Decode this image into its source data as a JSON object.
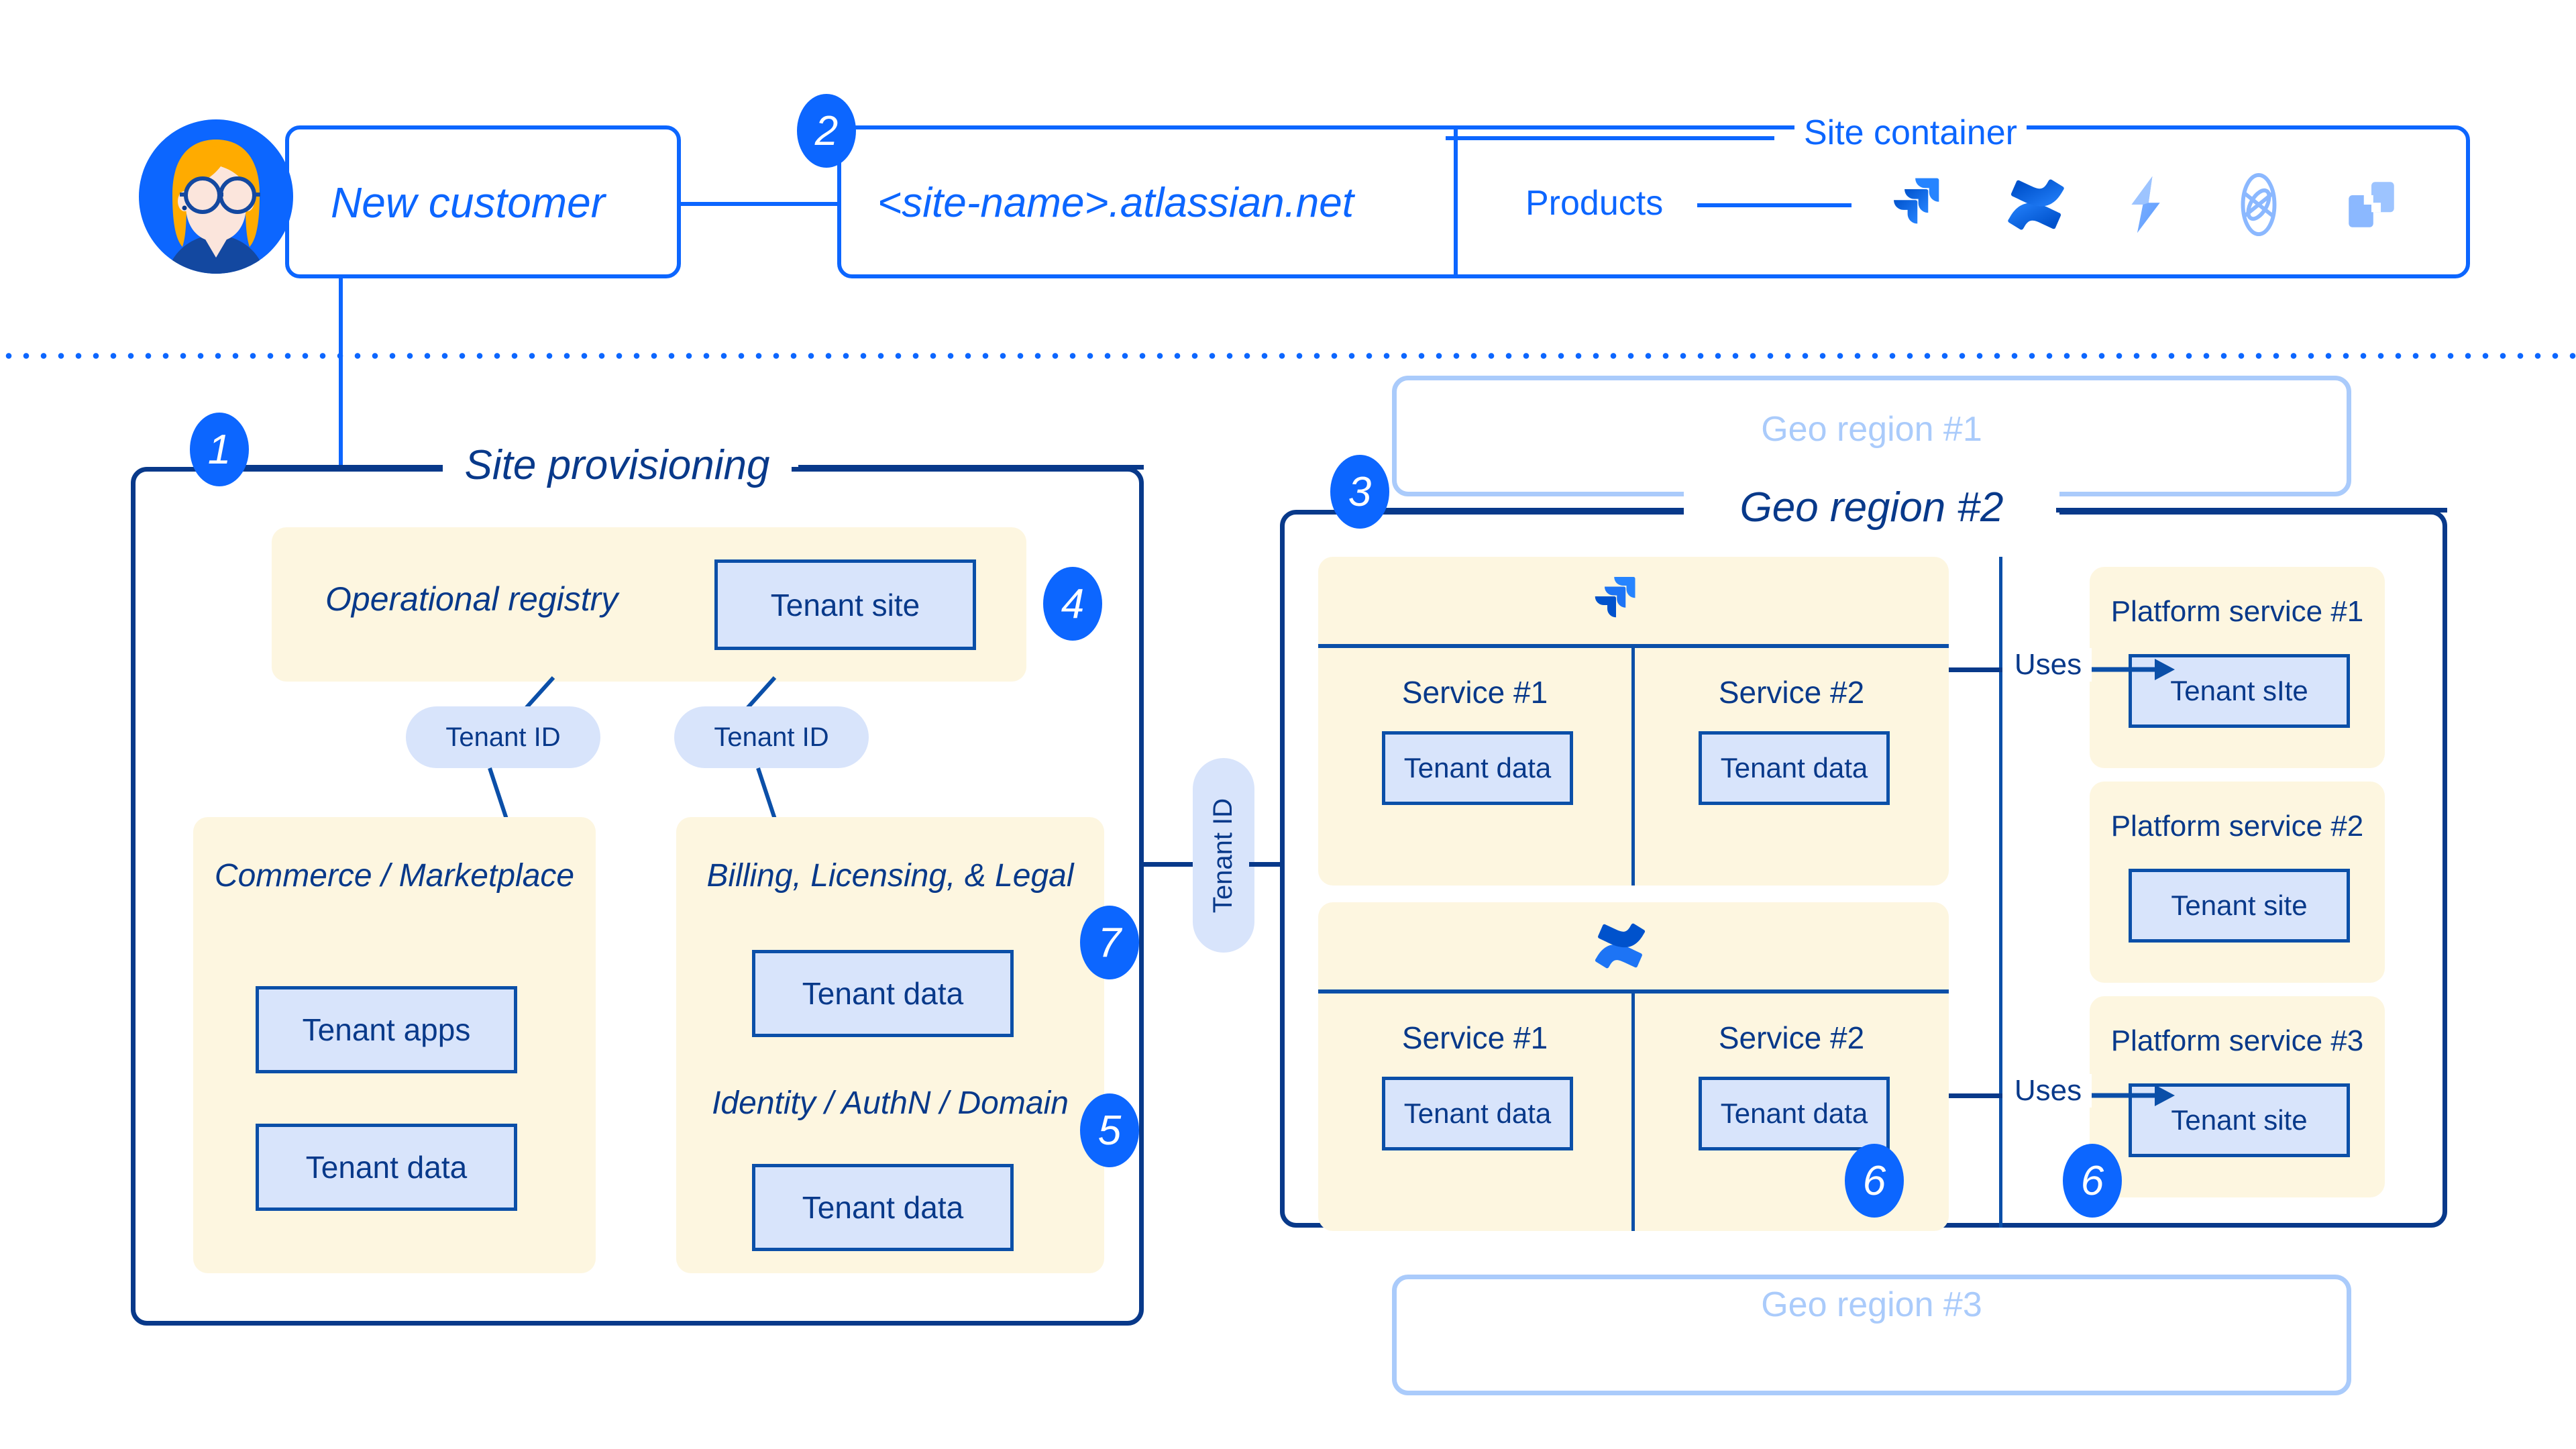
{
  "top": {
    "avatar_name": "customer-avatar",
    "customer_label": "New customer",
    "site_url": "<site-name>.atlassian.net",
    "site_container_label": "Site container",
    "products_label": "Products",
    "product_icons": [
      {
        "name": "jira-icon",
        "label": "Jira"
      },
      {
        "name": "confluence-icon",
        "label": "Confluence"
      },
      {
        "name": "jira-service-management-icon",
        "label": "Jira Service Management"
      },
      {
        "name": "atlas-icon",
        "label": "Atlas"
      },
      {
        "name": "compass-icon",
        "label": "Compass"
      }
    ]
  },
  "markers": {
    "m1": "1",
    "m2": "2",
    "m3": "3",
    "m4": "4",
    "m5": "5",
    "m6a": "6",
    "m6b": "6",
    "m7": "7"
  },
  "provisioning": {
    "title": "Site provisioning",
    "registry": {
      "label": "Operational registry",
      "tenant_site": "Tenant site"
    },
    "tenant_id_left": "Tenant ID",
    "tenant_id_right": "Tenant ID",
    "commerce": {
      "title": "Commerce / Marketplace",
      "boxes": [
        "Tenant apps",
        "Tenant data"
      ]
    },
    "billing": {
      "title": "Billing, Licensing, & Legal",
      "boxes": [
        "Tenant data"
      ]
    },
    "identity": {
      "title": "Identity / AuthN / Domain",
      "boxes": [
        "Tenant data"
      ]
    }
  },
  "bridge": {
    "tenant_id_label": "Tenant ID"
  },
  "geo": {
    "region1_label": "Geo region #1",
    "region2_label": "Geo region #2",
    "region3_label": "Geo region #3",
    "product_groups": [
      {
        "icon": "jira-icon",
        "services": [
          {
            "title": "Service #1",
            "box": "Tenant data"
          },
          {
            "title": "Service #2",
            "box": "Tenant data"
          }
        ]
      },
      {
        "icon": "confluence-icon",
        "services": [
          {
            "title": "Service #1",
            "box": "Tenant data"
          },
          {
            "title": "Service #2",
            "box": "Tenant data"
          }
        ]
      }
    ],
    "uses_label_top": "Uses",
    "uses_label_bottom": "Uses",
    "platform_services": [
      {
        "title": "Platform service #1",
        "box": "Tenant sIte"
      },
      {
        "title": "Platform service #2",
        "box": "Tenant site"
      },
      {
        "title": "Platform service #3",
        "box": "Tenant site"
      }
    ]
  },
  "colors": {
    "brand": "#0c66ff",
    "navy": "#0B4FA8",
    "navy_dark": "#08398A",
    "cream": "#FDF6E0",
    "light_blue": "#D8E4FB",
    "faded_blue": "#AACBFB"
  }
}
